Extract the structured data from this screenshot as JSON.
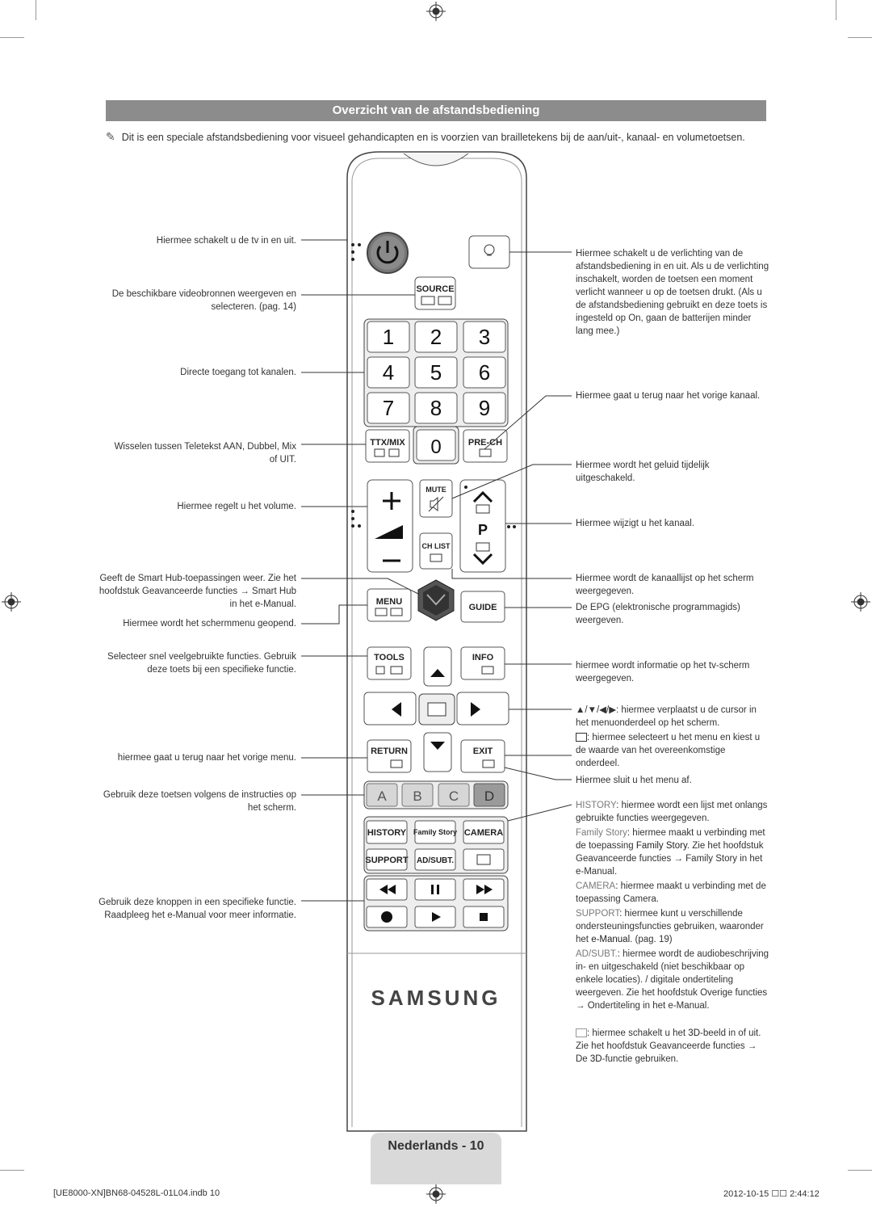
{
  "header": {
    "title": "Overzicht van de afstandsbediening"
  },
  "note": {
    "text": "Dit is een speciale afstandsbediening voor visueel gehandicapten en is voorzien van brailletekens bij de aan/uit-, kanaal- en volumetoetsen."
  },
  "left_labels": [
    "Hiermee schakelt u de tv in en uit.",
    "De beschikbare videobronnen weergeven en selecteren. (pag. 14)",
    "Directe toegang tot kanalen.",
    "Wisselen tussen Teletekst AAN, Dubbel, Mix of UIT.",
    "Hiermee regelt u het volume.",
    "Geeft de Smart Hub-toepassingen weer. Zie het hoofdstuk Geavanceerde functies → Smart Hub in het e-Manual.",
    "Hiermee wordt het schermmenu geopend.",
    "Selecteer snel veelgebruikte functies. Gebruik deze toets bij een specifieke functie.",
    "hiermee gaat u terug naar het vorige menu.",
    "Gebruik deze toetsen volgens de instructies op het scherm.",
    "Gebruik deze knoppen in een specifieke functie. Raadpleeg het e-Manual voor meer informatie."
  ],
  "right_labels": {
    "light": "Hiermee schakelt u de verlichting van de afstandsbediening in en uit. Als u de verlichting inschakelt, worden de toetsen een moment verlicht wanneer u op de toetsen drukt. (Als u de afstandsbediening gebruikt en deze toets is ingesteld op On, gaan de batterijen minder lang mee.)",
    "prech": "Hiermee gaat u terug naar het vorige kanaal.",
    "mute": "Hiermee wordt het geluid tijdelijk uitgeschakeld.",
    "channel": "Hiermee wijzigt u het kanaal.",
    "chlist": "Hiermee wordt de kanaallijst op het scherm weergegeven.",
    "guide": "De EPG (elektronische programmagids) weergeven.",
    "info": "hiermee wordt informatie op het tv-scherm weergegeven.",
    "cursor": ": hiermee verplaatst u de cursor in het menuonderdeel op het scherm.",
    "cursor_symbols": "▲/▼/◀/▶",
    "enter": ": hiermee selecteert u het menu en kiest u de waarde van het overeenkomstige onderdeel.",
    "exit": "Hiermee sluit u het menu af.",
    "history_key": "HISTORY",
    "history": ": hiermee wordt een lijst met onlangs gebruikte functies weergegeven.",
    "family_key": "Family Story",
    "family_a": ": hiermee maakt u verbinding met de toepassing ",
    "family_b": "Family Story",
    "family_c": ". Zie het hoofdstuk Geavanceerde functies → Family Story in het e-Manual.",
    "camera_key": "CAMERA",
    "camera": ": hiermee maakt u verbinding met de toepassing Camera.",
    "support_key": "SUPPORT",
    "support_a": ": hiermee kunt u verschillende ondersteuningsfuncties gebruiken, waaronder het ",
    "support_b": "e-Manual",
    "support_c": ". (pag. 19)",
    "adsubt_key": "AD/SUBT.",
    "adsubt": ": hiermee wordt de audiobeschrijving in- en uitgeschakeld (niet beschikbaar op enkele locaties). / digitale ondertiteling weergeven. Zie het hoofdstuk Overige functies → Ondertiteling in het e-Manual.",
    "threed_a": ": hiermee schakelt u het ",
    "threed_b": "3D",
    "threed_c": "-beeld in of uit. Zie het hoofdstuk Geavanceerde functies → De ",
    "threed_d": "3D",
    "threed_e": "-functie gebruiken."
  },
  "remote": {
    "source": "SOURCE",
    "digits": [
      "1",
      "2",
      "3",
      "4",
      "5",
      "6",
      "7",
      "8",
      "9"
    ],
    "ttx": "TTX/MIX",
    "zero": "0",
    "prech": "PRE-CH",
    "mute": "MUTE",
    "chlist": "CH LIST",
    "p": "P",
    "menu": "MENU",
    "guide": "GUIDE",
    "tools": "TOOLS",
    "info": "INFO",
    "return": "RETURN",
    "exit": "EXIT",
    "colors": [
      "A",
      "B",
      "C",
      "D"
    ],
    "history": "HISTORY",
    "family": "Family Story",
    "camera": "CAMERA",
    "support": "SUPPORT",
    "adsubt": "AD/SUBT.",
    "brand": "SAMSUNG"
  },
  "footer": {
    "page_label": "Nederlands - 10",
    "file": "[UE8000-XN]BN68-04528L-01L04.indb   10",
    "date": "2012-10-15   ☐☐ 2:44:12"
  }
}
